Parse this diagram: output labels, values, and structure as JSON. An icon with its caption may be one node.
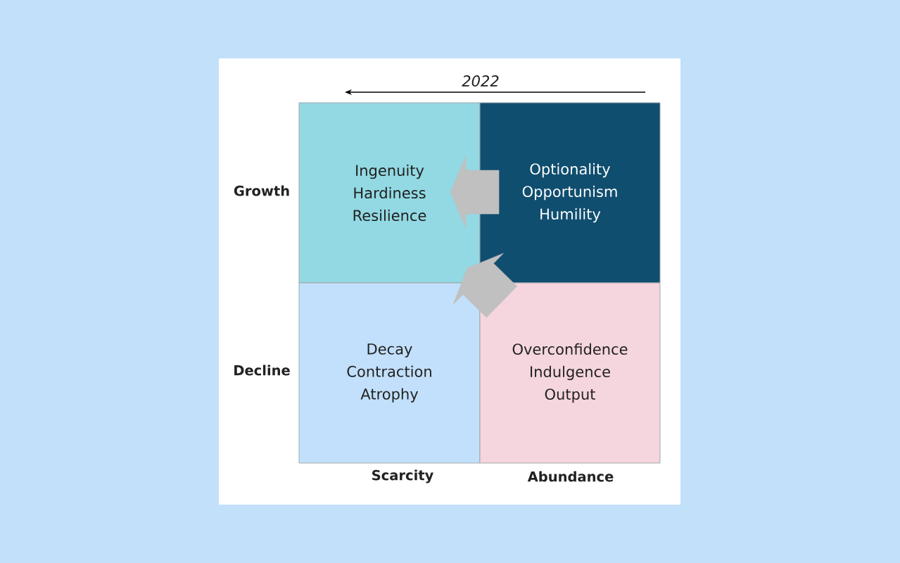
{
  "diagram": {
    "nodes": [
      {
        "text": [
          "Ingenuity",
          "Hardiness",
          "Resilience"
        ]
      },
      {
        "text": [
          "Optionality",
          "Opportunism",
          "Humility"
        ]
      },
      {
        "text": [
          "Decay",
          "Contraction",
          "Atrophy"
        ]
      },
      {
        "text": [
          "Overconfidence",
          "Indulgence",
          "Output"
        ]
      }
    ],
    "edges": [
      {
        "from": 1,
        "to": 0,
        "arrow": "to"
      },
      {
        "from": 3,
        "to": 0,
        "arrow": "to"
      }
    ],
    "labels": [
      "2022",
      "Growth",
      "Decline",
      "Scarcity",
      "Abundance"
    ]
  }
}
